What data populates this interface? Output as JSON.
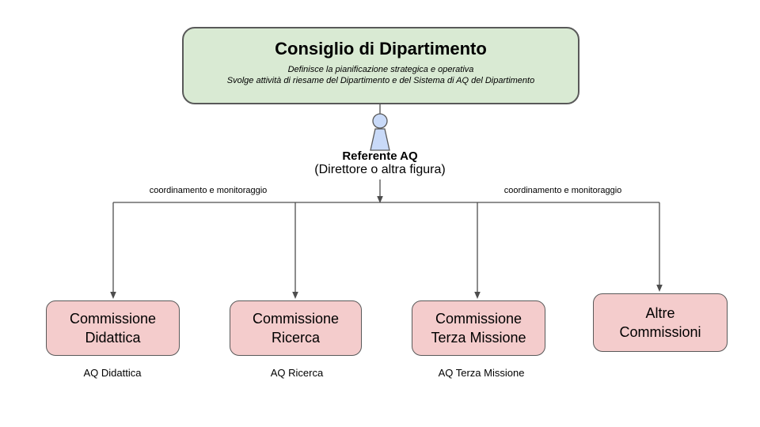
{
  "colors": {
    "root_fill": "#d9ead3",
    "commission_fill": "#f4cccc",
    "actor_fill": "#c9daf8",
    "border": "#595959",
    "line": "#4d4d4d"
  },
  "root_box": {
    "title": "Consiglio di Dipartimento",
    "subtitle_lines": [
      "Definisce la pianificazione strategica e operativa",
      "Svolge attività di riesame del Dipartimento e del Sistema di AQ del Dipartimento"
    ]
  },
  "referente": {
    "name": "Referente AQ",
    "role": "(Direttore o altra figura)",
    "icon": "person-actor-icon"
  },
  "connector_labels": {
    "left": "coordinamento e monitoraggio",
    "right": "coordinamento e monitoraggio"
  },
  "commissions": [
    {
      "label": "Commissione\nDidattica",
      "aq_label": "AQ Didattica"
    },
    {
      "label": "Commissione\nRicerca",
      "aq_label": "AQ Ricerca"
    },
    {
      "label": "Commissione\nTerza Missione",
      "aq_label": "AQ Terza Missione"
    },
    {
      "label": "Altre\nCommissioni"
    }
  ]
}
